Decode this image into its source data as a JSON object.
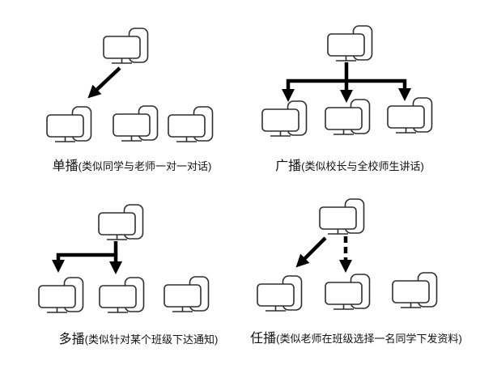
{
  "page": {
    "background": "#ffffff"
  },
  "colors": {
    "arrow": "#000000",
    "icon_stroke": "#2e2e2e",
    "label_text": "#111111"
  },
  "diagrams": [
    {
      "id": "unicast",
      "title": "单播",
      "description": "(类似同学与老师一对一对话)",
      "computers": {
        "senders": 1,
        "receivers": 3
      },
      "arrows": [
        {
          "style": "solid",
          "from": "sender",
          "to": "receiver-1"
        }
      ]
    },
    {
      "id": "broadcast",
      "title": "广播",
      "description": "(类似校长与全校师生讲话)",
      "computers": {
        "senders": 1,
        "receivers": 3
      },
      "arrows": [
        {
          "style": "solid",
          "from": "sender",
          "to": "receiver-1"
        },
        {
          "style": "solid",
          "from": "sender",
          "to": "receiver-2"
        },
        {
          "style": "solid",
          "from": "sender",
          "to": "receiver-3"
        }
      ]
    },
    {
      "id": "multicast",
      "title": "多播",
      "description": "(类似针对某个班级下达通知)",
      "computers": {
        "senders": 1,
        "receivers": 3
      },
      "arrows": [
        {
          "style": "solid",
          "from": "sender",
          "to": "receiver-1"
        },
        {
          "style": "solid",
          "from": "sender",
          "to": "receiver-2"
        }
      ]
    },
    {
      "id": "anycast",
      "title": "任播",
      "description": "(类似老师在班级选择一名同学下发资料)",
      "computers": {
        "senders": 1,
        "receivers": 3
      },
      "arrows": [
        {
          "style": "solid",
          "from": "sender",
          "to": "receiver-1"
        },
        {
          "style": "dashed",
          "from": "sender",
          "to": "receiver-2"
        }
      ]
    }
  ]
}
